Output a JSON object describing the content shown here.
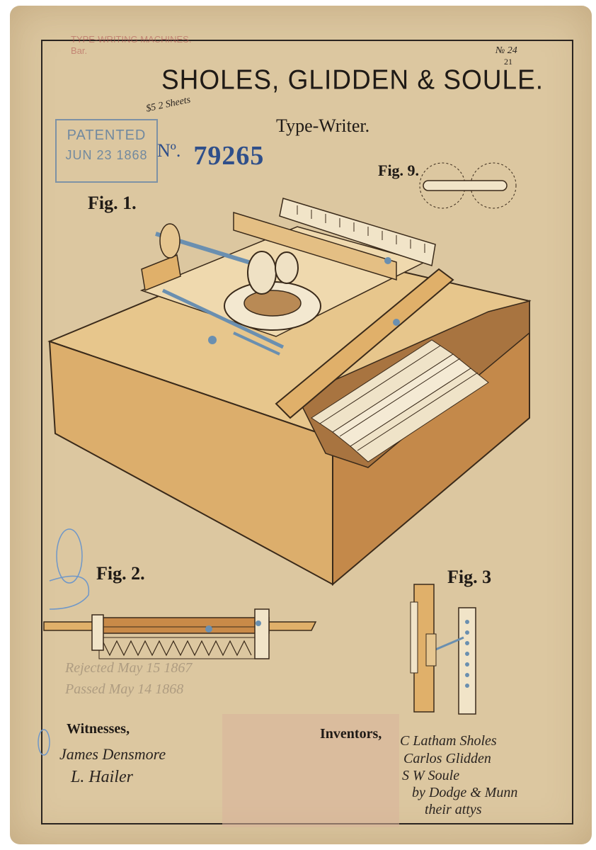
{
  "header": {
    "title": "SHOLES, GLIDDEN & SOULE.",
    "subtitle": "Type-Writer.",
    "stamp_line1": "PATENTED",
    "stamp_line2": "JUN 23 1868",
    "patent_prefix": "Nº.",
    "patent_number": "79265",
    "corner_note_1": "TYPE-WRITING MACHINES.",
    "corner_note_2": "Bar.",
    "top_right_number": "№ 24",
    "top_right_sub": "21",
    "fee_note": "$5 2 Sheets"
  },
  "figures": {
    "fig1": "Fig. 1.",
    "fig2": "Fig. 2.",
    "fig3": "Fig. 3",
    "fig9": "Fig. 9."
  },
  "footer": {
    "witnesses_label": "Witnesses,",
    "witness_1": "James Densmore",
    "witness_2": "L. Hailer",
    "inventors_label": "Inventors,",
    "inventor_1": "C Latham Sholes",
    "inventor_2": "Carlos Glidden",
    "inventor_3": "S W Soule",
    "attorney_1": "by Dodge & Munn",
    "attorney_2": "their attys",
    "rejected_note": "Rejected May 15 1867",
    "passed_note": "Passed May 14 1868"
  },
  "colors": {
    "paper": "#dcc7a0",
    "ink": "#1f1a16",
    "wood_light": "#e3b978",
    "wood_dark": "#c08a4a",
    "steel_blue": "#6a8fb0",
    "stamp_blue": "#5f7f9f"
  }
}
